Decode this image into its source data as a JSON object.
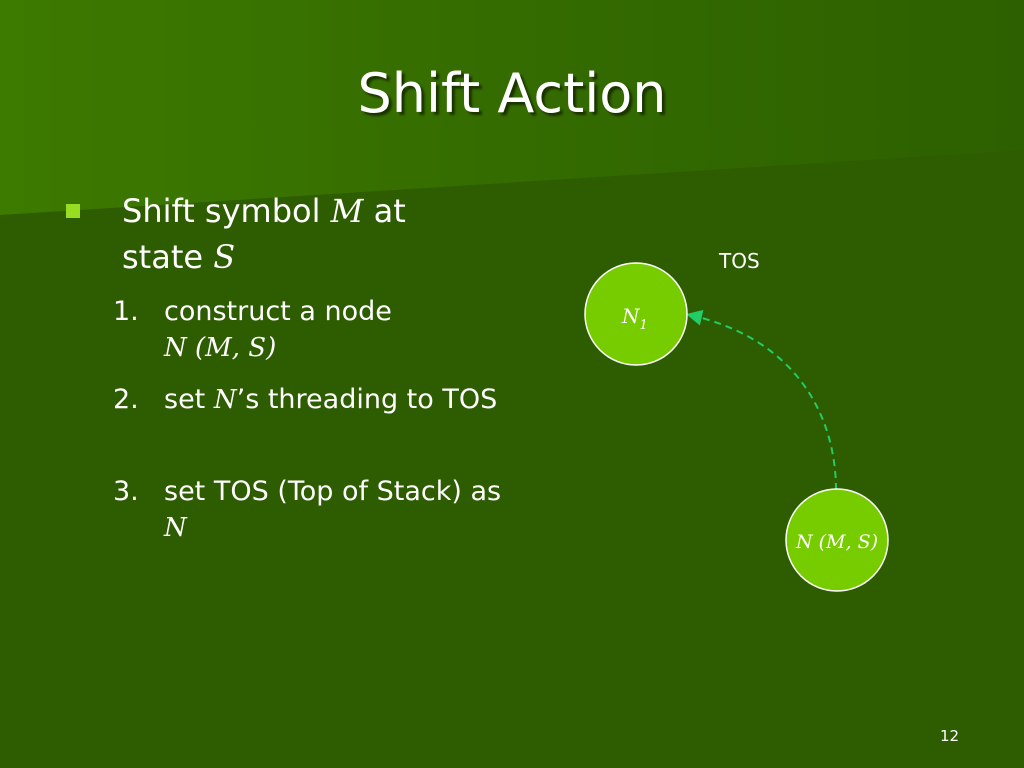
{
  "slide": {
    "title": "Shift Action",
    "page_number": "12"
  },
  "bullet": {
    "part1": "Shift symbol ",
    "symbol": "M",
    "part2": " at state ",
    "state": "S"
  },
  "steps": [
    {
      "num": "1.",
      "text": "construct a node",
      "formula": "N (M, S)"
    },
    {
      "num": "2.",
      "var": "N",
      "text_after": "’s threading to TOS",
      "text_before": "set "
    },
    {
      "num": "3.",
      "text": "set TOS (Top of Stack) as ",
      "var": "N"
    }
  ],
  "diagram": {
    "tos_label": "TOS",
    "node_top": {
      "label": "N",
      "subscript": "1"
    },
    "node_bottom": {
      "label": "N (M, S)"
    },
    "colors": {
      "node_fill": "#77cc00",
      "node_stroke": "#ffffff",
      "arrow": "#22cc66"
    }
  }
}
